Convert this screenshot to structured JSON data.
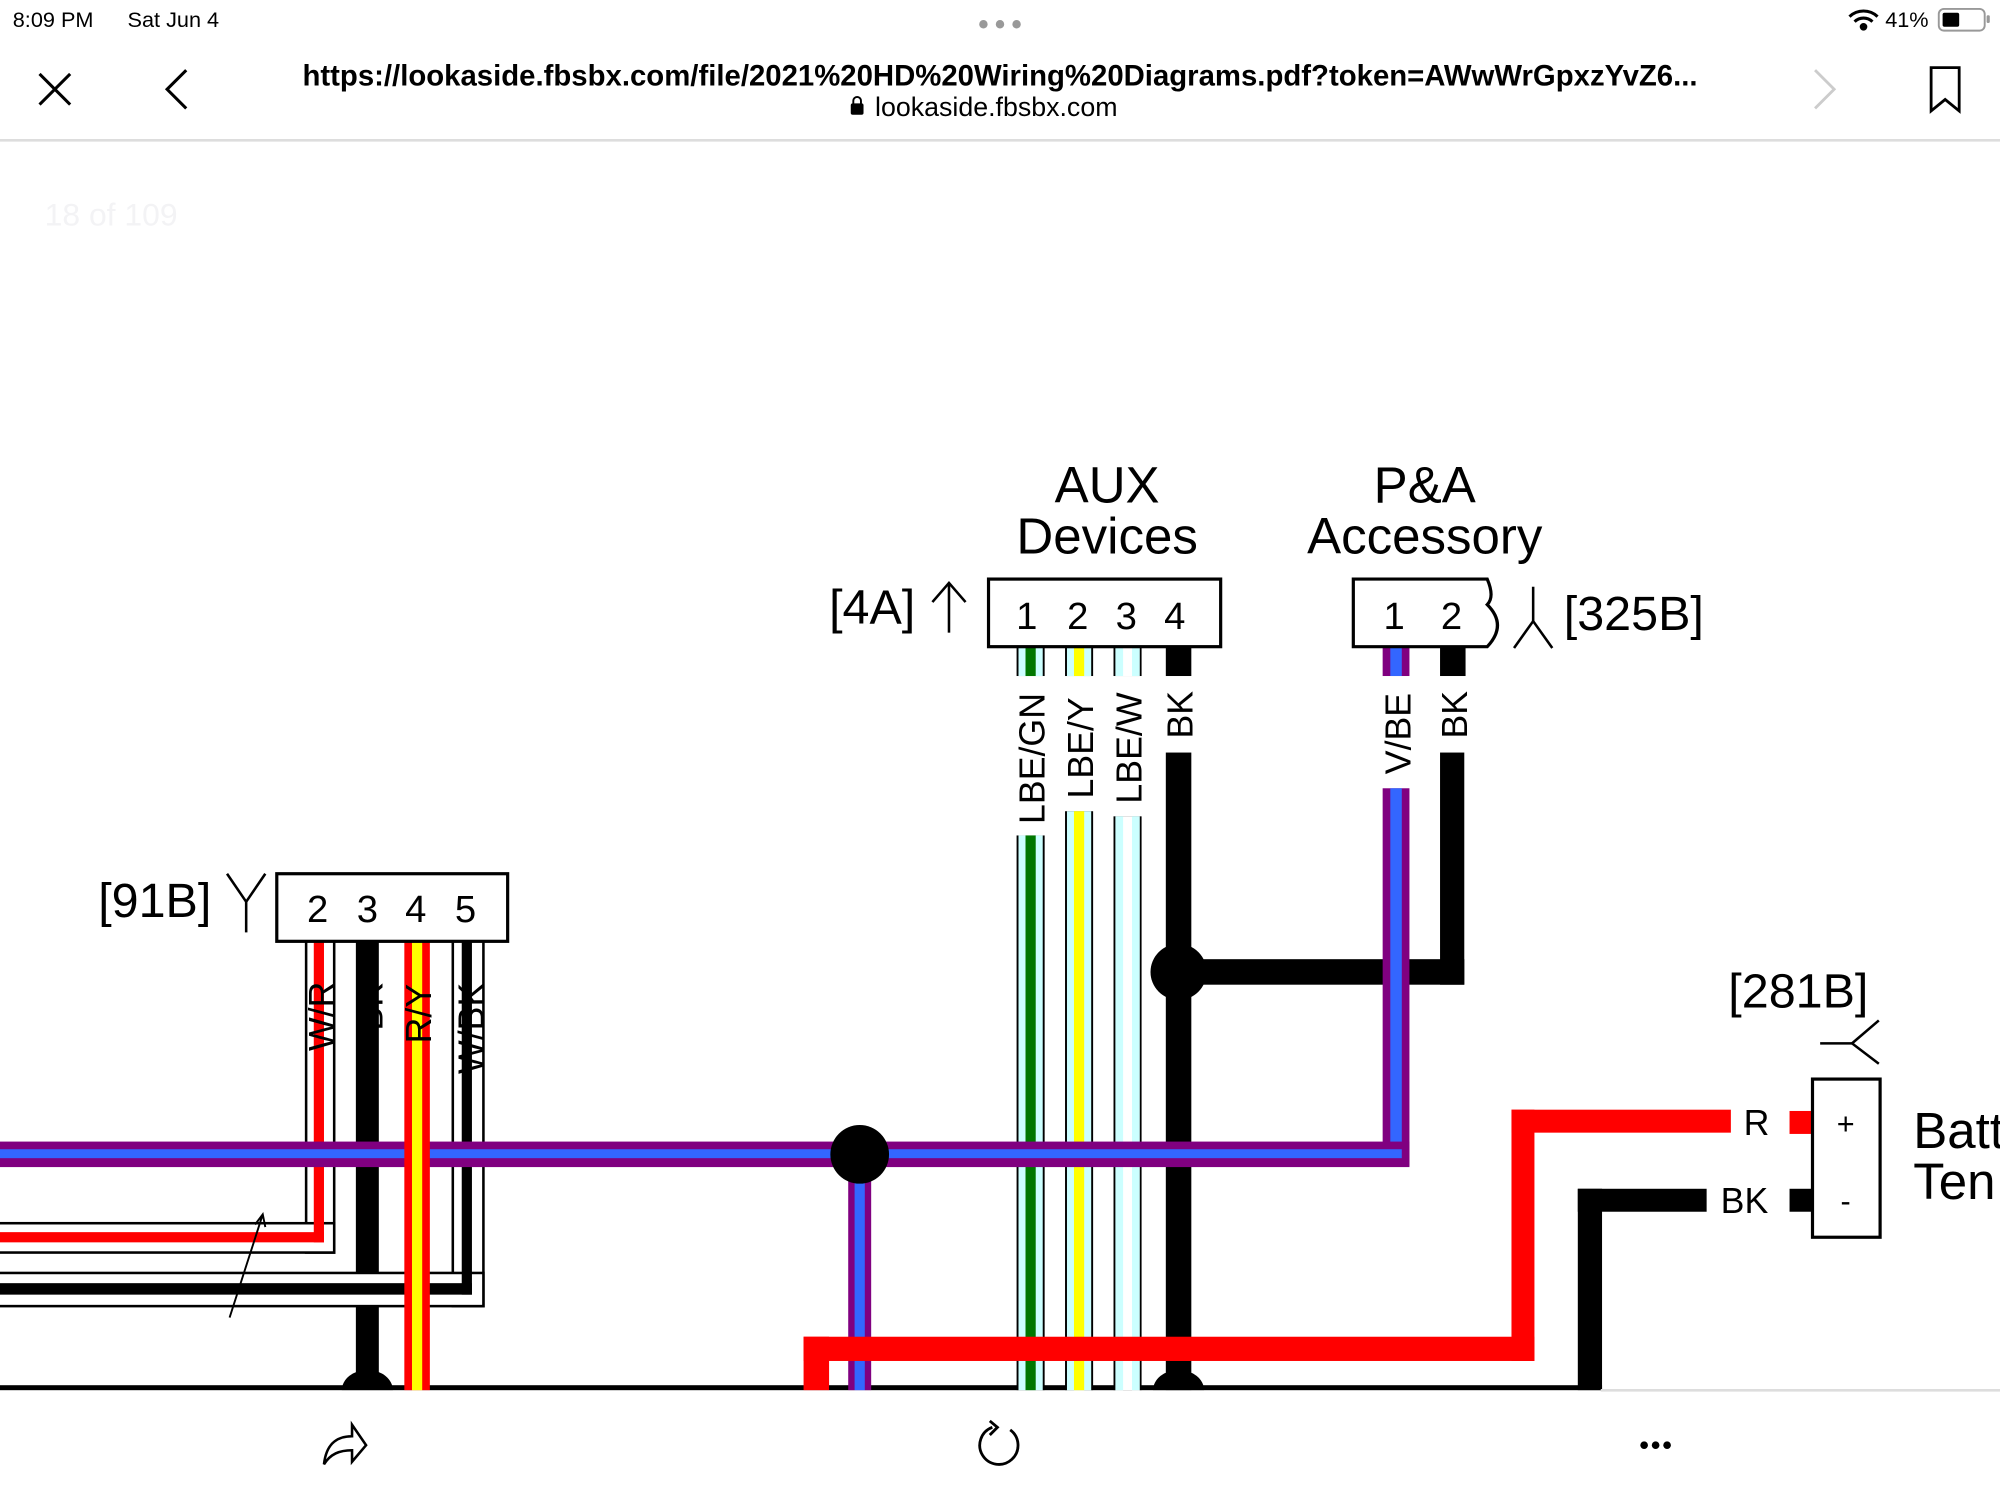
{
  "status_bar": {
    "time": "8:09 PM",
    "date": "Sat Jun 4",
    "battery": "41%",
    "icons": [
      "wifi-icon",
      "battery-icon",
      "more-dots-icon"
    ]
  },
  "nav": {
    "url": "https://lookaside.fbsbx.com/file/2021%20HD%20Wiring%20Diagrams.pdf?token=AWwWrGpxzYvZ6...",
    "domain": "lookaside.fbsbx.com",
    "icons": [
      "close-icon",
      "back-icon",
      "forward-icon",
      "bookmark-icon",
      "lock-icon"
    ]
  },
  "page_indicator": "18 of 109",
  "diagram": {
    "aux": {
      "title1": "AUX",
      "title2": "Devices",
      "ref": "[4A]",
      "pins": [
        "1",
        "2",
        "3",
        "4"
      ],
      "wires": [
        "LBE/GN",
        "LBE/Y",
        "LBE/W",
        "BK"
      ]
    },
    "pa": {
      "title1": "P&A",
      "title2": "Accessory",
      "ref": "[325B]",
      "pins": [
        "1",
        "2"
      ],
      "wires": [
        "V/BE",
        "BK"
      ]
    },
    "c91b": {
      "ref": "[91B]",
      "pins": [
        "2",
        "3",
        "4",
        "5"
      ],
      "wires": [
        "W/R",
        "BK",
        "R/Y",
        "W/BK"
      ]
    },
    "c281b": {
      "ref": "[281B]",
      "wire_r": "R",
      "wire_bk": "BK",
      "plus": "+",
      "minus": "-",
      "label1": "Batt",
      "label2": "Ten"
    },
    "colors": {
      "red": "#ff0000",
      "black": "#000000",
      "purple": "#800080",
      "blue": "#3366ff",
      "green": "#007700",
      "yellow": "#ffff00",
      "light_blue": "#ccffff"
    }
  },
  "bottom_bar": {
    "icons": [
      "share-icon",
      "reload-icon",
      "more-icon"
    ]
  }
}
